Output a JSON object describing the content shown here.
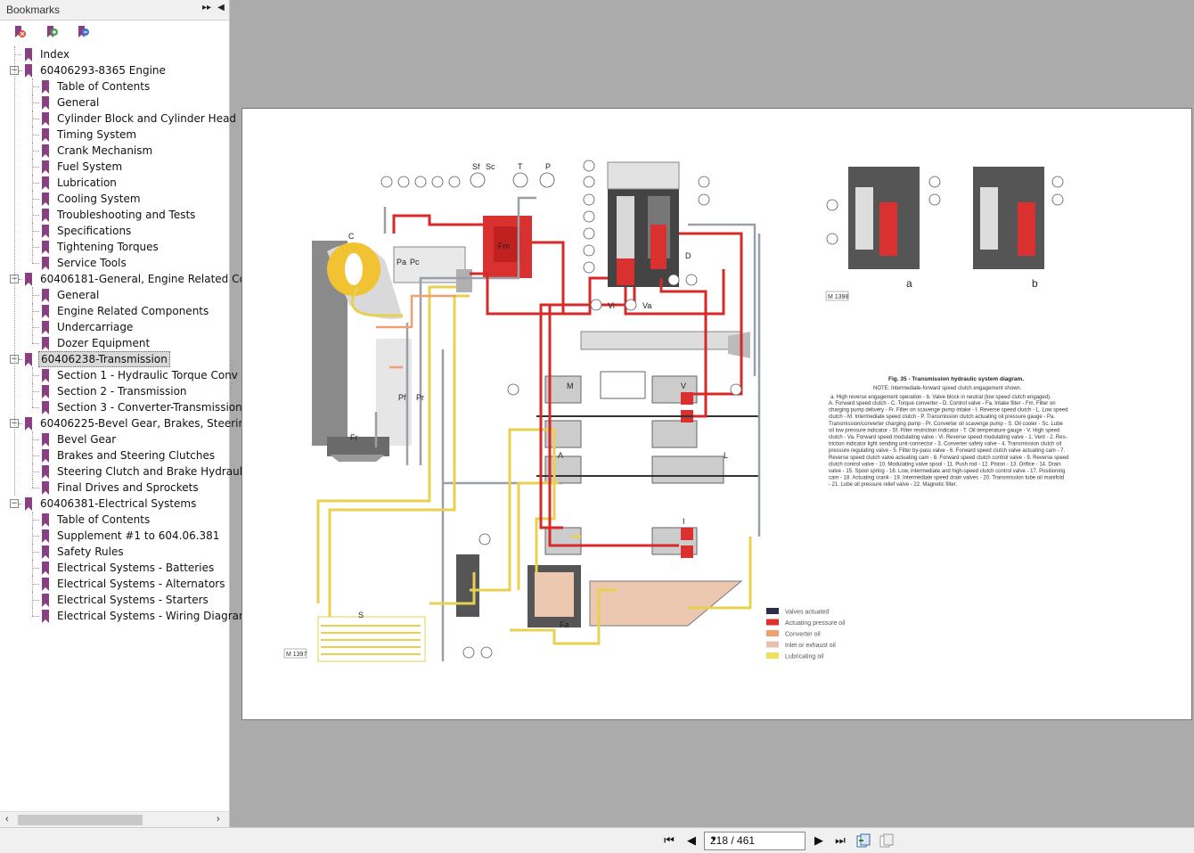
{
  "sidebar": {
    "title": "Bookmarks",
    "items": [
      {
        "label": "Index",
        "level": 0
      },
      {
        "label": "60406293-8365 Engine",
        "level": 0,
        "expanded": true
      },
      {
        "label": "Table of Contents",
        "level": 1
      },
      {
        "label": "General",
        "level": 1
      },
      {
        "label": "Cylinder Block and Cylinder Head",
        "level": 1
      },
      {
        "label": "Timing System",
        "level": 1
      },
      {
        "label": "Crank Mechanism",
        "level": 1
      },
      {
        "label": "Fuel System",
        "level": 1
      },
      {
        "label": "Lubrication",
        "level": 1
      },
      {
        "label": "Cooling System",
        "level": 1
      },
      {
        "label": "Troubleshooting and Tests",
        "level": 1
      },
      {
        "label": "Specifications",
        "level": 1
      },
      {
        "label": "Tightening Torques",
        "level": 1
      },
      {
        "label": "Service Tools",
        "level": 1
      },
      {
        "label": "60406181-General, Engine Related Cc",
        "level": 0,
        "expanded": true
      },
      {
        "label": "General",
        "level": 1
      },
      {
        "label": "Engine Related Components",
        "level": 1
      },
      {
        "label": "Undercarriage",
        "level": 1
      },
      {
        "label": "Dozer Equipment",
        "level": 1
      },
      {
        "label": "60406238-Transmission",
        "level": 0,
        "expanded": true,
        "selected": true
      },
      {
        "label": "Section 1 - Hydraulic Torque Conv",
        "level": 1
      },
      {
        "label": "Section 2 - Transmission",
        "level": 1
      },
      {
        "label": "Section 3 - Converter-Transmission",
        "level": 1
      },
      {
        "label": "60406225-Bevel Gear, Brakes, Steerin",
        "level": 0,
        "expanded": true
      },
      {
        "label": "Bevel Gear",
        "level": 1
      },
      {
        "label": "Brakes and Steering Clutches",
        "level": 1
      },
      {
        "label": "Steering Clutch and Brake Hydrauli",
        "level": 1
      },
      {
        "label": "Final Drives and Sprockets",
        "level": 1
      },
      {
        "label": "60406381-Electrical Systems",
        "level": 0,
        "expanded": true
      },
      {
        "label": "Table of Contents",
        "level": 1
      },
      {
        "label": "Supplement #1 to 604.06.381",
        "level": 1
      },
      {
        "label": "Safety Rules",
        "level": 1
      },
      {
        "label": "Electrical Systems - Batteries",
        "level": 1
      },
      {
        "label": "Electrical Systems - Alternators",
        "level": 1
      },
      {
        "label": "Electrical Systems - Starters",
        "level": 1
      },
      {
        "label": "Electrical Systems - Wiring Diagram",
        "level": 1
      }
    ]
  },
  "document": {
    "figure_title": "Fig. 35 - Transmission hydraulic system diagram.",
    "note": "NOTE: Intermediate-forward speed clutch engagement shown.",
    "sub_a": "a. High reverse engagement operation - b. Valve block in neutral (low speed clutch engaged).",
    "caption_lines": [
      "A. Forward speed clutch - C. Torque converter - D. Control valve - Fa. Intake filter - Fm. Filter on",
      "charging pump delivery - Fr. Filter on scavenge pump intake - I. Reverse speed clutch - L. Low speed",
      "clutch - M. Intermediate speed clutch - P. Transmission clutch actuating oil pressure gauge - Pa.",
      "Transmission/converter charging pump - Pr. Converter oil scavenge pump - S. Oil cooler - Sc. Lube",
      "oil low pressure indicator - Sf. Filter restriction indicator - T. Oil temperature gauge - V. High speed",
      "clutch - Va. Forward speed modulating valve - Vi. Reverse speed modulating valve - 1. Vent - 2. Res-",
      "triction indicator light sending unit-connector - 3. Converter safety valve - 4. Transmission clutch oil",
      "pressure regulating valve - 5. Filter by-pass valve - 6. Forward speed clutch valve actuating cam - 7.",
      "Reverse speed clutch valve actuating cam - 8. Forward speed clutch control valve - 9. Reverse speed",
      "clutch control valve - 10. Modulating valve spool - 11. Push rod - 12. Piston - 13. Orifice - 14. Drain",
      "valve - 15. Spool spring - 16. Low, intermediate and high-speed clutch control valve - 17. Positioning",
      "cam - 18. Actuating crank - 19. Intermediate speed drain valves - 20. Transmission tube oil manifold",
      "- 21. Lube oil pressure relief valve - 22. Magnetic filter."
    ],
    "legend": [
      {
        "label": "Valves actuated",
        "color": "#2b2b4a"
      },
      {
        "label": "Actuating pressure oil",
        "color": "#e03030"
      },
      {
        "label": "Converter oil",
        "color": "#f0a070"
      },
      {
        "label": "Inlet or exhaust oil",
        "color": "#e8c0b0"
      },
      {
        "label": "Lubricating oil",
        "color": "#f0e060"
      }
    ],
    "figure_codes": [
      "M 1397",
      "M 1398"
    ],
    "diagram_labels": [
      "C",
      "D",
      "S",
      "Fa",
      "Fr",
      "Pa",
      "Pc",
      "Pf",
      "Pr",
      "Sf",
      "Sc",
      "T",
      "P",
      "M",
      "V",
      "A",
      "L",
      "I",
      "Vi",
      "Va",
      "Fm",
      "a",
      "b"
    ]
  },
  "navigation": {
    "current_page": "218 / 461"
  },
  "colors": {
    "accent": "#8b3f83",
    "red_oil": "#d42a2a",
    "yellow_oil": "#e8d050",
    "grey_line": "#9aa0a6"
  }
}
